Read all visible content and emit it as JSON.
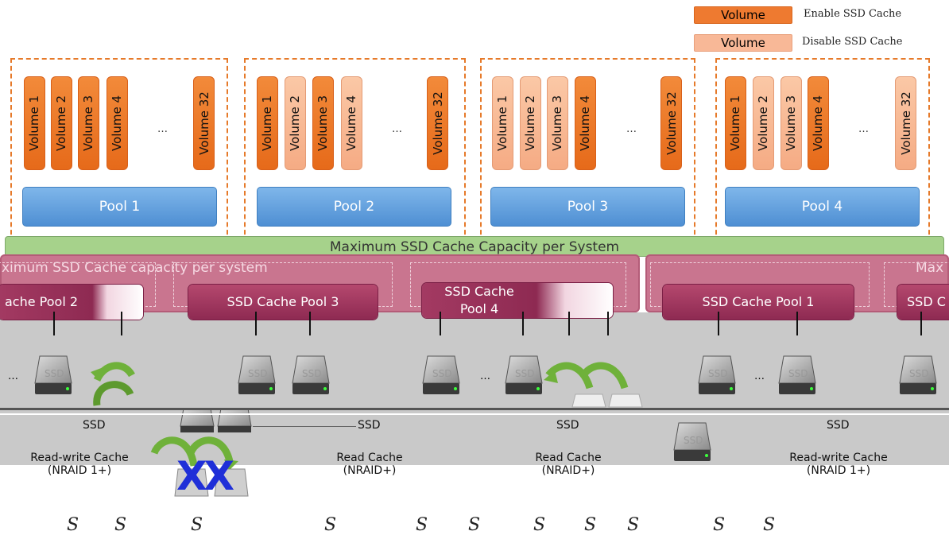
{
  "legend": [
    {
      "chip": "Volume",
      "text": "Enable SSD Cache",
      "color": "#ee7a30"
    },
    {
      "chip": "Volume",
      "text": "Disable SSD Cache",
      "color": "#f8b897"
    }
  ],
  "pools": [
    {
      "name": "Pool 1",
      "volumes": [
        {
          "label": "Volume 1",
          "enabled": true
        },
        {
          "label": "Volume 2",
          "enabled": true
        },
        {
          "label": "Volume 3",
          "enabled": true
        },
        {
          "label": "Volume 4",
          "enabled": true
        },
        {
          "label": "Volume 32",
          "enabled": true
        }
      ]
    },
    {
      "name": "Pool 2",
      "volumes": [
        {
          "label": "Volume 1",
          "enabled": true
        },
        {
          "label": "Volume 2",
          "enabled": false
        },
        {
          "label": "Volume 3",
          "enabled": true
        },
        {
          "label": "Volume 4",
          "enabled": false
        },
        {
          "label": "Volume 32",
          "enabled": true
        }
      ]
    },
    {
      "name": "Pool 3",
      "volumes": [
        {
          "label": "Volume 1",
          "enabled": false
        },
        {
          "label": "Volume 2",
          "enabled": false
        },
        {
          "label": "Volume 3",
          "enabled": false
        },
        {
          "label": "Volume 4",
          "enabled": true
        },
        {
          "label": "Volume 32",
          "enabled": true
        }
      ]
    },
    {
      "name": "Pool 4",
      "volumes": [
        {
          "label": "Volume 1",
          "enabled": true
        },
        {
          "label": "Volume 2",
          "enabled": false
        },
        {
          "label": "Volume 3",
          "enabled": false
        },
        {
          "label": "Volume 4",
          "enabled": true
        },
        {
          "label": "Volume 32",
          "enabled": false
        }
      ]
    }
  ],
  "ellipsis": "…",
  "green_bar_text": "Maximum SSD Cache Capacity per System",
  "overlay_text_left": "ximum SSD Cache capacity per system",
  "overlay_text_right": "Max",
  "cache_pools": [
    "ache Pool 2",
    "SSD Cache Pool 3",
    "SSD Cache Pool  4",
    "SSD Cache Pool 1",
    "SSD C"
  ],
  "ssd_label": "SSD",
  "modes": [
    {
      "line1": "Read-write Cache",
      "line2": "(NRAID 1+)"
    },
    {
      "line1": "Read Cache",
      "line2": "(NRAID+)"
    },
    {
      "line1": "Read Cache",
      "line2": "(NRAID+)"
    },
    {
      "line1": "Read-write Cache",
      "line2": "(NRAID 1+)"
    }
  ],
  "x_marks": "XX",
  "bottom_glyphs": [
    "S",
    "S",
    "S",
    "S",
    "S",
    "S",
    "S",
    "S",
    "S",
    "S",
    "S"
  ]
}
